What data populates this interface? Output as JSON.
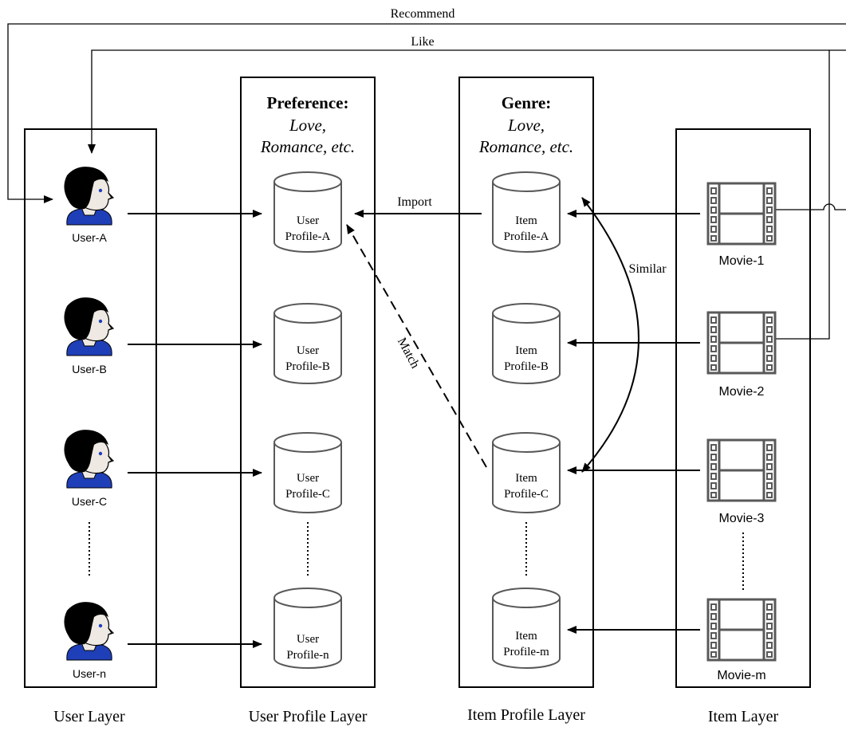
{
  "arrows": {
    "recommend": "Recommend",
    "like": "Like",
    "import": "Import",
    "match": "Match",
    "similar": "Similar"
  },
  "layers": {
    "user": "User Layer",
    "user_profile": "User Profile Layer",
    "item_profile": "Item Profile Layer",
    "item": "Item Layer"
  },
  "user_profile_header": {
    "title": "Preference:",
    "line1": "Love,",
    "line2": "Romance, etc."
  },
  "item_profile_header": {
    "title": "Genre:",
    "line1": "Love,",
    "line2": "Romance, etc."
  },
  "users": [
    "User-A",
    "User-B",
    "User-C",
    "User-n"
  ],
  "user_profiles": [
    [
      "User",
      "Profile-A"
    ],
    [
      "User",
      "Profile-B"
    ],
    [
      "User",
      "Profile-C"
    ],
    [
      "User",
      "Profile-n"
    ]
  ],
  "item_profiles": [
    [
      "Item",
      "Profile-A"
    ],
    [
      "Item",
      "Profile-B"
    ],
    [
      "Item",
      "Profile-C"
    ],
    [
      "Item",
      "Profile-m"
    ]
  ],
  "movies": [
    "Movie-1",
    "Movie-2",
    "Movie-3",
    "Movie-m"
  ],
  "colors": {
    "line": "#000000",
    "hair": "#000000",
    "skin": "#efe9e3",
    "shirt": "#1f3fb8",
    "eye": "#1f3fb8",
    "film": "#595959",
    "cylinder_stroke": "#595959"
  }
}
